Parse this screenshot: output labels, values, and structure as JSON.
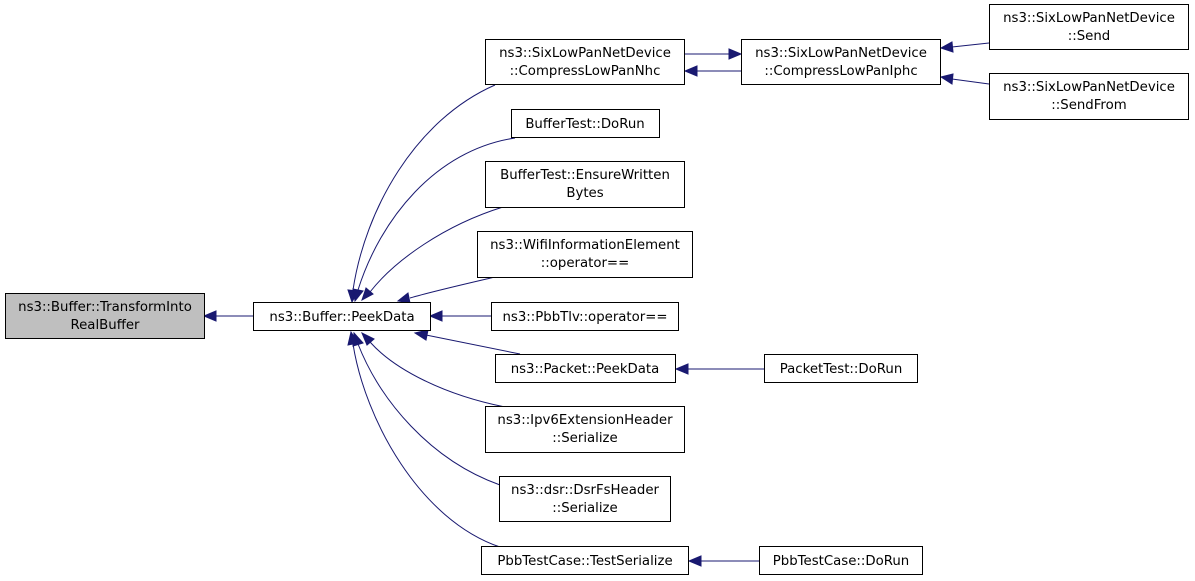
{
  "colors": {
    "edge": "#191970",
    "node_fill": "#ffffff",
    "node_border": "#000000",
    "focus_fill": "#bfbfbf"
  },
  "nodes": {
    "transform_into_real_buffer": {
      "lines": [
        "ns3::Buffer::TransformInto",
        "RealBuffer"
      ]
    },
    "peek_data": {
      "lines": [
        "ns3::Buffer::PeekData"
      ]
    },
    "compress_lowpan_nhc": {
      "lines": [
        "ns3::SixLowPanNetDevice",
        "::CompressLowPanNhc"
      ]
    },
    "compress_lowpan_iphc": {
      "lines": [
        "ns3::SixLowPanNetDevice",
        "::CompressLowPanIphc"
      ]
    },
    "send": {
      "lines": [
        "ns3::SixLowPanNetDevice",
        "::Send"
      ]
    },
    "send_from": {
      "lines": [
        "ns3::SixLowPanNetDevice",
        "::SendFrom"
      ]
    },
    "buffer_test_dorun": {
      "lines": [
        "BufferTest::DoRun"
      ]
    },
    "ensure_written_bytes": {
      "lines": [
        "BufferTest::EnsureWritten",
        "Bytes"
      ]
    },
    "wifi_info_element_eq": {
      "lines": [
        "ns3::WifiInformationElement",
        "::operator=="
      ]
    },
    "pbb_tlv_eq": {
      "lines": [
        "ns3::PbbTlv::operator=="
      ]
    },
    "packet_peek_data": {
      "lines": [
        "ns3::Packet::PeekData"
      ]
    },
    "packet_test_dorun": {
      "lines": [
        "PacketTest::DoRun"
      ]
    },
    "ipv6_ext_header_serialize": {
      "lines": [
        "ns3::Ipv6ExtensionHeader",
        "::Serialize"
      ]
    },
    "dsr_fs_header_serialize": {
      "lines": [
        "ns3::dsr::DsrFsHeader",
        "::Serialize"
      ]
    },
    "pbb_test_serialize": {
      "lines": [
        "PbbTestCase::TestSerialize"
      ]
    },
    "pbb_test_dorun": {
      "lines": [
        "PbbTestCase::DoRun"
      ]
    }
  },
  "edges": [
    {
      "from": "peek_data",
      "to": "transform_into_real_buffer"
    },
    {
      "from": "compress_lowpan_nhc",
      "to": "peek_data"
    },
    {
      "from": "buffer_test_dorun",
      "to": "peek_data"
    },
    {
      "from": "ensure_written_bytes",
      "to": "peek_data"
    },
    {
      "from": "wifi_info_element_eq",
      "to": "peek_data"
    },
    {
      "from": "pbb_tlv_eq",
      "to": "peek_data"
    },
    {
      "from": "packet_peek_data",
      "to": "peek_data"
    },
    {
      "from": "ipv6_ext_header_serialize",
      "to": "peek_data"
    },
    {
      "from": "dsr_fs_header_serialize",
      "to": "peek_data"
    },
    {
      "from": "pbb_test_serialize",
      "to": "peek_data"
    },
    {
      "from": "compress_lowpan_nhc",
      "to": "compress_lowpan_iphc"
    },
    {
      "from": "compress_lowpan_iphc",
      "to": "compress_lowpan_nhc"
    },
    {
      "from": "send",
      "to": "compress_lowpan_iphc"
    },
    {
      "from": "send_from",
      "to": "compress_lowpan_iphc"
    },
    {
      "from": "packet_test_dorun",
      "to": "packet_peek_data"
    },
    {
      "from": "pbb_test_dorun",
      "to": "pbb_test_serialize"
    }
  ]
}
